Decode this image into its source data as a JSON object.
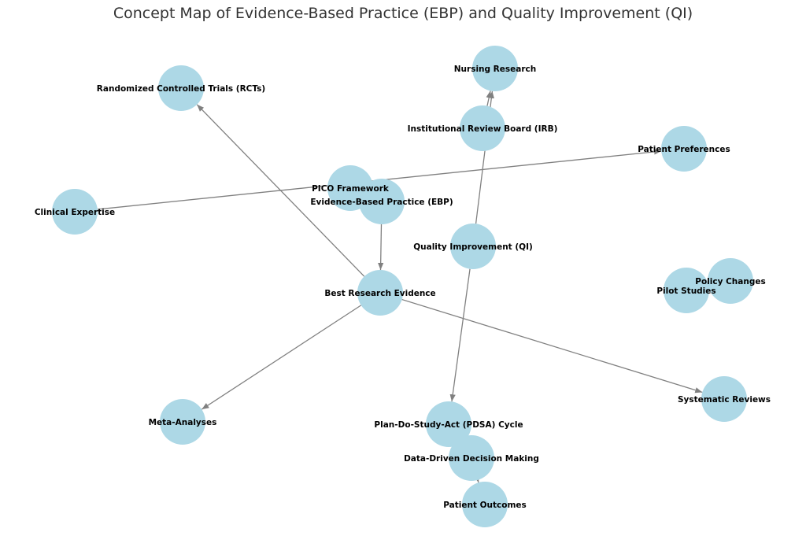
{
  "title": "Concept Map of Evidence-Based Practice (EBP) and Quality Improvement (QI)",
  "colors": {
    "node_fill": "#add8e6",
    "edge": "#808080",
    "label": "#000000",
    "title": "#333333",
    "background": "#ffffff"
  },
  "nodes": [
    {
      "id": "rct",
      "label": "Randomized Controlled Trials (RCTs)"
    },
    {
      "id": "nursing",
      "label": "Nursing Research"
    },
    {
      "id": "irb",
      "label": "Institutional Review Board (IRB)"
    },
    {
      "id": "pref",
      "label": "Patient Preferences"
    },
    {
      "id": "pico",
      "label": "PICO Framework"
    },
    {
      "id": "ebp",
      "label": "Evidence-Based Practice (EBP)"
    },
    {
      "id": "clin",
      "label": "Clinical Expertise"
    },
    {
      "id": "qi",
      "label": "Quality Improvement (QI)"
    },
    {
      "id": "policy",
      "label": "Policy Changes"
    },
    {
      "id": "pilot",
      "label": "Pilot Studies"
    },
    {
      "id": "bre",
      "label": "Best Research Evidence"
    },
    {
      "id": "sys",
      "label": "Systematic Reviews"
    },
    {
      "id": "meta",
      "label": "Meta-Analyses"
    },
    {
      "id": "pdsa",
      "label": "Plan-Do-Study-Act (PDSA) Cycle"
    },
    {
      "id": "ddm",
      "label": "Data-Driven Decision Making"
    },
    {
      "id": "outcomes",
      "label": "Patient Outcomes"
    }
  ],
  "edges": [
    {
      "from": "clin",
      "to": "pref"
    },
    {
      "from": "ebp",
      "to": "bre"
    },
    {
      "from": "bre",
      "to": "rct"
    },
    {
      "from": "bre",
      "to": "meta"
    },
    {
      "from": "bre",
      "to": "sys"
    },
    {
      "from": "irb",
      "to": "nursing"
    },
    {
      "from": "qi",
      "to": "nursing"
    },
    {
      "from": "qi",
      "to": "pdsa"
    },
    {
      "from": "ddm",
      "to": "outcomes"
    }
  ]
}
